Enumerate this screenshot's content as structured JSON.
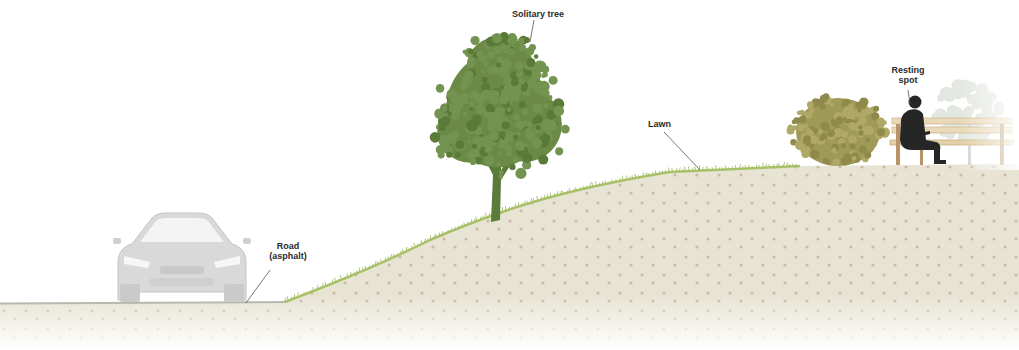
{
  "diagram": {
    "labels": [
      "Solitary tree",
      "Resting spot",
      "Lawn",
      "Road (asphalt)"
    ]
  }
}
